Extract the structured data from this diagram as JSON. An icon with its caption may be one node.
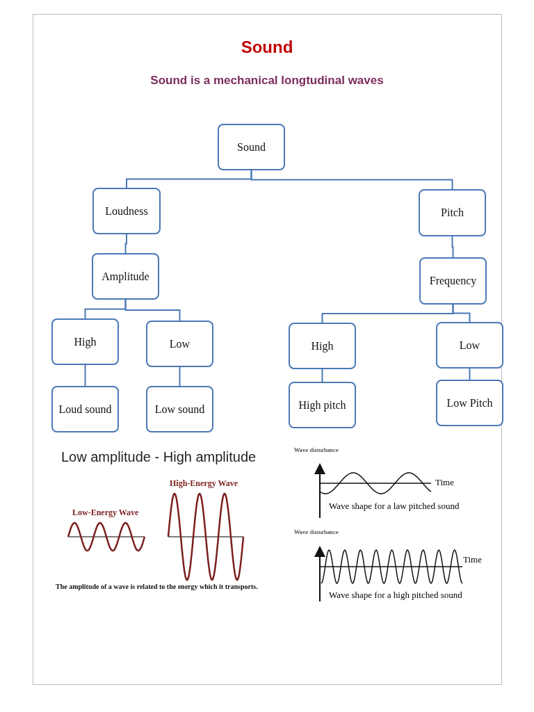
{
  "diagram": {
    "title": "Sound",
    "nodes": [
      {
        "text": [
          "Sound"
        ]
      },
      {
        "text": [
          "Loudness"
        ]
      },
      {
        "text": [
          "Pitch"
        ]
      },
      {
        "text": [
          "Amplitude"
        ]
      },
      {
        "text": [
          "Frequency"
        ]
      },
      {
        "text": [
          "High"
        ]
      },
      {
        "text": [
          "Low"
        ]
      },
      {
        "text": [
          "High"
        ]
      },
      {
        "text": [
          "Low"
        ]
      },
      {
        "text": [
          "Loud sound"
        ]
      },
      {
        "text": [
          "Low sound"
        ]
      },
      {
        "text": [
          "High pitch"
        ]
      },
      {
        "text": [
          "Low Pitch"
        ]
      }
    ],
    "edges": [
      {
        "from": 0,
        "to": 1,
        "arrow": "none"
      },
      {
        "from": 0,
        "to": 2,
        "arrow": "none"
      },
      {
        "from": 1,
        "to": 3,
        "arrow": "none"
      },
      {
        "from": 2,
        "to": 4,
        "arrow": "none"
      },
      {
        "from": 3,
        "to": 5,
        "arrow": "none"
      },
      {
        "from": 3,
        "to": 6,
        "arrow": "none"
      },
      {
        "from": 4,
        "to": 7,
        "arrow": "none"
      },
      {
        "from": 4,
        "to": 8,
        "arrow": "none"
      },
      {
        "from": 5,
        "to": 9,
        "arrow": "none"
      },
      {
        "from": 6,
        "to": 10,
        "arrow": "none"
      },
      {
        "from": 7,
        "to": 11,
        "arrow": "none"
      },
      {
        "from": 8,
        "to": 12,
        "arrow": "none"
      }
    ],
    "labels": [
      "Sound is a mechanical longtudinal waves",
      "Low amplitude  -  High amplitude",
      "High-Energy Wave",
      "Low-Energy Wave",
      "The amplitude of a wave is related to the energy which it transports.",
      "Wave disturbance",
      "Time",
      "Wave shape for a law pitched sound",
      "Wave disturbance",
      "Time",
      "Wave shape for a high pitched sound"
    ]
  }
}
